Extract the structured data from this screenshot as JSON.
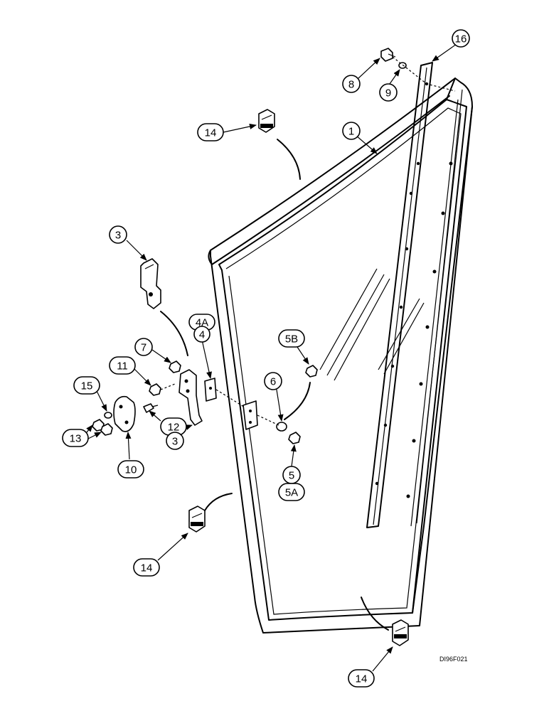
{
  "drawing_code": "DI96F021",
  "callouts": [
    {
      "id": "c16",
      "label": "16"
    },
    {
      "id": "c8",
      "label": "8"
    },
    {
      "id": "c9",
      "label": "9"
    },
    {
      "id": "c14-top",
      "label": "14"
    },
    {
      "id": "c1",
      "label": "1"
    },
    {
      "id": "c3-upper",
      "label": "3"
    },
    {
      "id": "c4a",
      "label": "4A"
    },
    {
      "id": "c4",
      "label": "4"
    },
    {
      "id": "c5b",
      "label": "5B"
    },
    {
      "id": "c7",
      "label": "7"
    },
    {
      "id": "c11",
      "label": "11"
    },
    {
      "id": "c15",
      "label": "15"
    },
    {
      "id": "c6",
      "label": "6"
    },
    {
      "id": "c12",
      "label": "12"
    },
    {
      "id": "c13",
      "label": "13"
    },
    {
      "id": "c3-lower",
      "label": "3"
    },
    {
      "id": "c10",
      "label": "10"
    },
    {
      "id": "c5",
      "label": "5"
    },
    {
      "id": "c5a",
      "label": "5A"
    },
    {
      "id": "c14-mid",
      "label": "14"
    },
    {
      "id": "c14-bottom",
      "label": "14"
    }
  ]
}
